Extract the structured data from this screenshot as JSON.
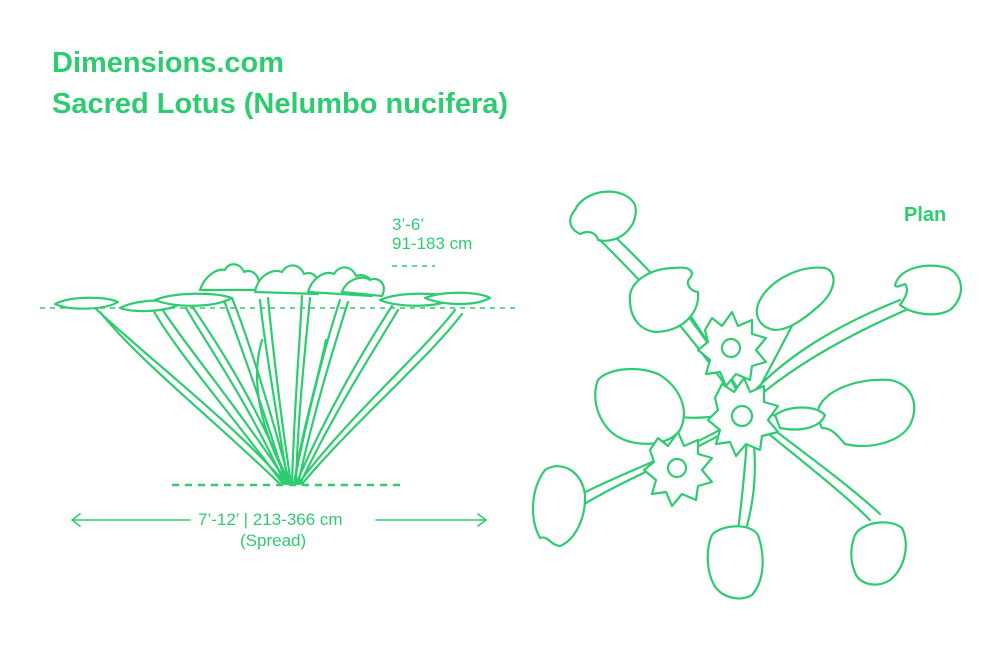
{
  "header": {
    "site": "Dimensions.com",
    "plant": "Sacred Lotus (Nelumbo nucifera)"
  },
  "elevation": {
    "height_imperial": "3’-6’",
    "height_metric": "91-183 cm",
    "spread": "7’-12’ | 213-366 cm",
    "spread_note": "(Spread)"
  },
  "plan": {
    "label": "Plan"
  },
  "colors": {
    "accent": "#2ecc71",
    "background": "#ffffff"
  }
}
